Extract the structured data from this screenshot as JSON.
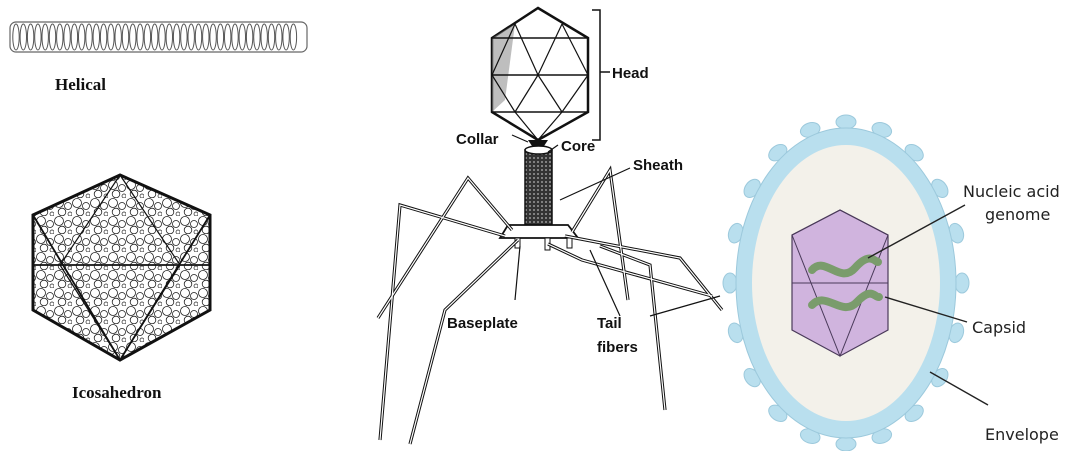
{
  "panels": {
    "helical": {
      "label": "Helical"
    },
    "icosahedron": {
      "label": "Icosahedron"
    },
    "bacteriophage": {
      "labels": {
        "head": "Head",
        "collar": "Collar",
        "core": "Core",
        "sheath": "Sheath",
        "baseplate": "Baseplate",
        "tail_line1": "Tail",
        "tail_line2": "fibers"
      }
    },
    "enveloped_virus": {
      "labels": {
        "nucleic_line1": "Nucleic acid",
        "nucleic_line2": "genome",
        "capsid": "Capsid",
        "envelope": "Envelope"
      },
      "colors": {
        "envelope": "#b9dfee",
        "inner": "#f3f1ea",
        "capsid": "#c9a9dc",
        "genome": "#7a9c6c",
        "spike_orange": "#f0a24a",
        "spike_blue": "#3aa3cf"
      }
    }
  }
}
